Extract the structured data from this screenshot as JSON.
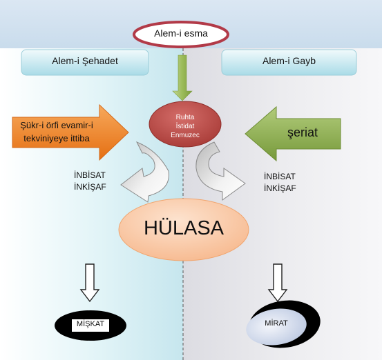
{
  "top": {
    "label": "Alem-i esma"
  },
  "left_header": {
    "label": "Alem-i Şehadet"
  },
  "right_header": {
    "label": "Alem-i Gayb"
  },
  "center": {
    "lines": [
      "Ruhta",
      "İstidat",
      "Enmuzec"
    ]
  },
  "left_arrow": {
    "lines": [
      "Şükr-i örfi  evamir-i",
      "tekviniyeye ittiba"
    ]
  },
  "right_arrow": {
    "label": "şeriat"
  },
  "left_curve": {
    "lines": [
      "İNBİSAT",
      "İNKİŞAF"
    ]
  },
  "right_curve": {
    "lines": [
      "İNBİSAT",
      "İNKİŞAF"
    ]
  },
  "summary": {
    "label": "HÜLASA"
  },
  "bottom_left": {
    "label": "MİŞKAT"
  },
  "bottom_right": {
    "label": "MİRAT"
  },
  "colors": {
    "left_panel": "#d3eef4",
    "right_panel": "#e8e8ea",
    "top_ellipse_border": "#b23a48",
    "center_node": "#c0504d",
    "left_arrow": "#f28a2e",
    "right_arrow": "#8db04a",
    "summary": "#fbc9a3",
    "green_down_arrow": "#9bbb59"
  }
}
